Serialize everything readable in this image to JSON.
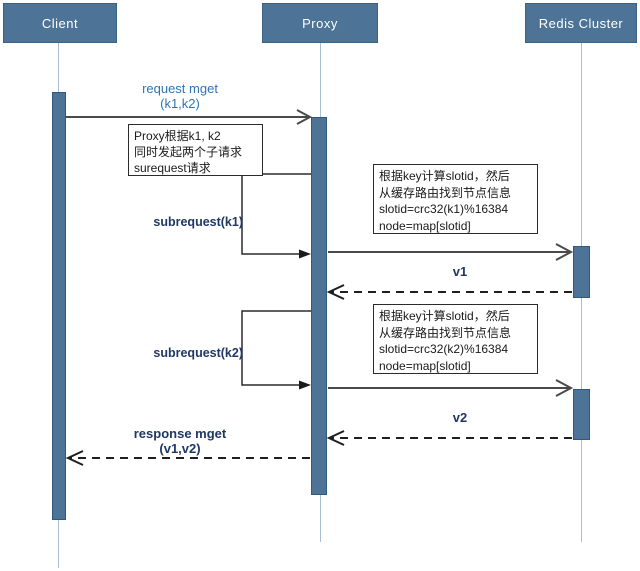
{
  "actors": {
    "client": "Client",
    "proxy": "Proxy",
    "redis": "Redis Cluster"
  },
  "messages": {
    "request_line1": "request mget",
    "request_line2": "(k1,k2)",
    "subrequest1": "subrequest(k1)",
    "v1": "v1",
    "subrequest2": "subrequest(k2)",
    "v2": "v2",
    "response_line1": "response mget",
    "response_line2": "(v1,v2)"
  },
  "notes": {
    "proxy_note": {
      "line1": "Proxy根据k1, k2",
      "line2": "同时发起两个子请求",
      "line3": "surequest请求"
    },
    "slot_note1": {
      "line1": "根据key计算slotid，然后",
      "line2": "从缓存路由找到节点信息",
      "line3": "slotid=crc32(k1)%16384",
      "line4": "node=map[slotid]"
    },
    "slot_note2": {
      "line1": "根据key计算slotid，然后",
      "line2": "从缓存路由找到节点信息",
      "line3": "slotid=crc32(k2)%16384",
      "line4": "node=map[slotid]"
    }
  },
  "colors": {
    "actor_fill": "#4d7396",
    "actor_border": "#3b6183",
    "lifeline": "#a9c0d4",
    "arrow": "#4a4a4a",
    "request_label": "#2e75b6",
    "message_label": "#1f3864"
  }
}
